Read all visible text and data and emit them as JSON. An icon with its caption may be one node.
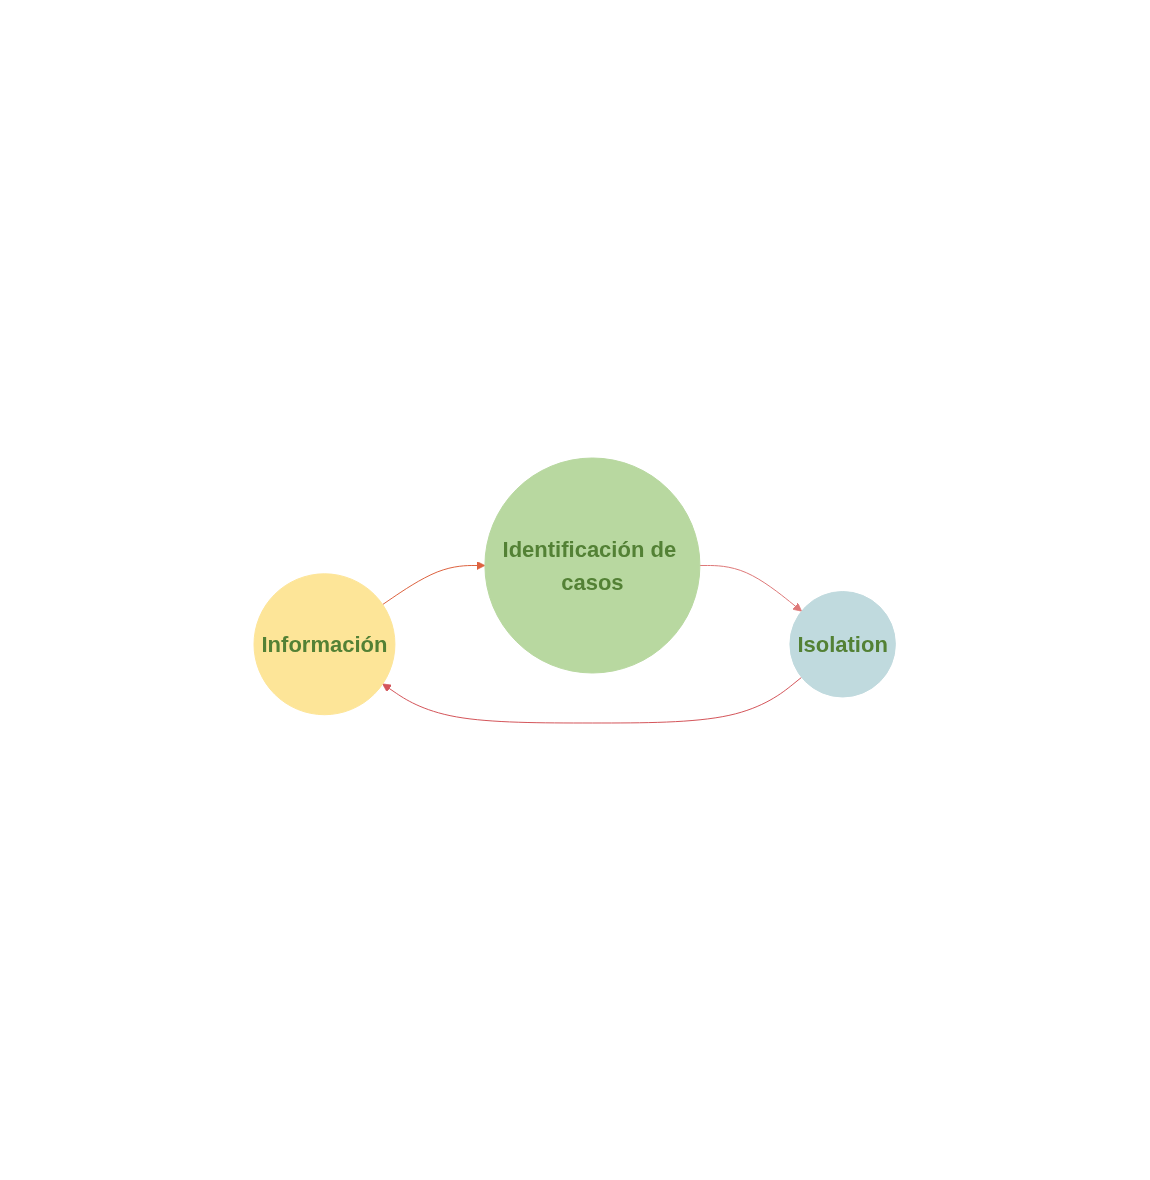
{
  "diagram": {
    "nodes": [
      {
        "text": [
          "Información"
        ]
      },
      {
        "text": [
          "Identificación de casos"
        ]
      },
      {
        "text": [
          "Isolation"
        ]
      }
    ],
    "edges": [
      {
        "from": 0,
        "to": 1,
        "arrow": "to",
        "color": "#dd6340"
      },
      {
        "from": 1,
        "to": 2,
        "arrow": "to",
        "color": "#de7878"
      },
      {
        "from": 2,
        "to": 0,
        "arrow": "to",
        "color": "#d4555a"
      }
    ]
  }
}
